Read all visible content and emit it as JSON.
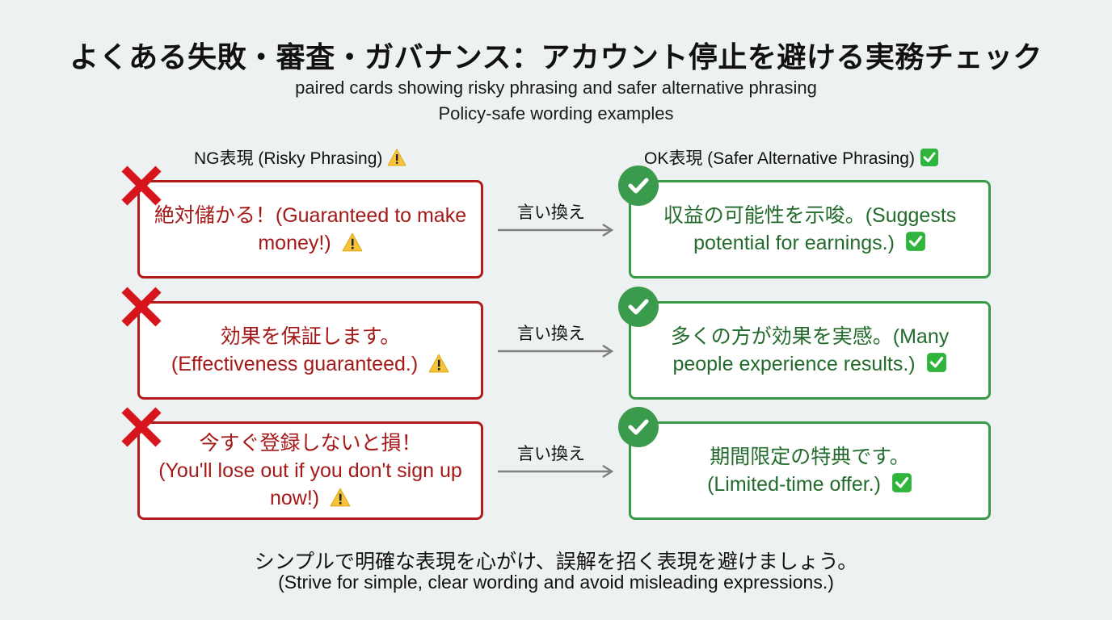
{
  "title": "よくある失敗・審査・ガバナンス：アカウント停止を避ける実務チェック",
  "subtitle_1": "paired cards showing risky phrasing and safer alternative phrasing",
  "subtitle_2": "Policy-safe wording examples",
  "columns": {
    "ng_header": "NG表現 (Risky Phrasing)",
    "ok_header": "OK表現 (Safer Alternative Phrasing)"
  },
  "arrow_label": "言い換え",
  "pairs": [
    {
      "risky_jp": "絶対儲かる！",
      "risky_en": "(Guaranteed to make money!)",
      "safe_jp": "収益の可能性を示唆。",
      "safe_en": "(Suggests potential for earnings.)"
    },
    {
      "risky_jp": "効果を保証します。",
      "risky_en": "(Effectiveness guaranteed.)",
      "safe_jp": "多くの方が効果を実感。",
      "safe_en": "(Many people experience results.)"
    },
    {
      "risky_jp": "今すぐ登録しないと損！",
      "risky_en": "(You'll lose out if you don't sign up now!)",
      "safe_jp": "期間限定の特典です。",
      "safe_en": "(Limited-time offer.)"
    }
  ],
  "footer": {
    "jp": "シンプルで明確な表現を心がけ、誤解を招く表現を避けましょう。",
    "en": "(Strive for simple, clear wording and avoid misleading expressions.)"
  },
  "icons": {
    "risky_mark": "x-mark-icon",
    "safe_mark": "check-circle-icon",
    "warning": "warning-triangle-icon",
    "ok": "check-box-icon",
    "arrow": "arrow-right-icon"
  },
  "colors": {
    "background": "#eef1f2",
    "risky_border": "#b31b1b",
    "risky_text": "#a51818",
    "safe_border": "#3a9b46",
    "safe_text": "#236b2c",
    "x_mark": "#d7151c",
    "check_badge": "#3a9b4c",
    "arrow": "#808080"
  }
}
